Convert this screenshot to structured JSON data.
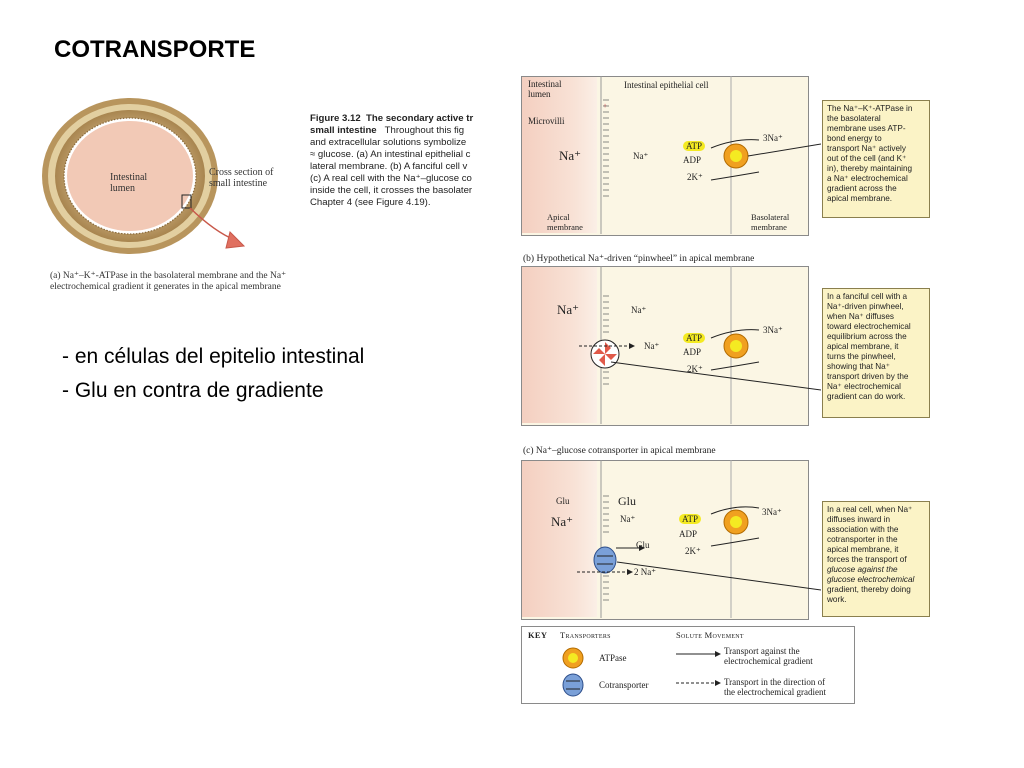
{
  "slide": {
    "title": "COTRANSPORTE",
    "bullets": [
      "- en células del epitelio intestinal",
      "- Glu en contra de gradiente"
    ]
  },
  "figure_left": {
    "caption_title": "Figure 3.12",
    "caption_bold": "The secondary active tr",
    "caption_bold2": "small intestine",
    "caption_line1": "Throughout this fig",
    "caption_line2": "and extracellular solutions symbolize",
    "caption_line3": "≈ glucose. (a) An intestinal epithelial c",
    "caption_line4": "lateral membrane. (b) A fanciful cell v",
    "caption_line5": "(c) A real cell with the Na⁺–glucose co",
    "caption_line6": "inside the cell, it crosses the basolater",
    "caption_line7": "Chapter 4 (see Figure 4.19).",
    "lumen_label_1": "Intestinal",
    "lumen_label_2": "lumen",
    "cross_label_1": "Cross section of",
    "cross_label_2": "small intestine",
    "part_a_caption_1": "(a)  Na⁺–K⁺-ATPase in the basolateral membrane and the Na⁺",
    "part_a_caption_2": "electrochemical gradient it generates in the apical membrane"
  },
  "panel_a": {
    "lumen_label_1": "Intestinal",
    "lumen_label_2": "lumen",
    "cell_label": "Intestinal epithelial cell",
    "microvilli": "Microvilli",
    "na_lumen": "Na⁺",
    "na_cell": "Na⁺",
    "atp": "ATP",
    "adp": "ADP",
    "na_out": "3Na⁺",
    "k_in": "2K⁺",
    "apical_1": "Apical",
    "apical_2": "membrane",
    "basolateral_1": "Basolateral",
    "basolateral_2": "membrane",
    "note": [
      "The Na⁺–K⁺-ATPase in",
      "the basolateral",
      "membrane uses ATP-",
      "bond energy to",
      "transport Na⁺ actively",
      "out of the cell (and K⁺",
      "in), thereby maintaining",
      "a Na⁺ electrochemical",
      "gradient across the",
      "apical membrane."
    ]
  },
  "panel_b": {
    "title": "(b)  Hypothetical Na⁺-driven “pinwheel” in apical membrane",
    "na_lumen": "Na⁺",
    "na_cell": "Na⁺",
    "na_arrow": "Na⁺",
    "atp": "ATP",
    "adp": "ADP",
    "na_out": "3Na⁺",
    "k_in": "2K⁺",
    "note": [
      "In a fanciful cell with a",
      "Na⁺-driven pinwheel,",
      "when Na⁺ diffuses",
      "toward electrochemical",
      "equilibrium across the",
      "apical membrane, it",
      "turns the pinwheel,",
      "showing that Na⁺",
      "transport driven by the",
      "Na⁺ electrochemical",
      "gradient can do work."
    ]
  },
  "panel_c": {
    "title": "(c)  Na⁺–glucose cotransporter in apical membrane",
    "glu_lumen": "Glu",
    "na_lumen": "Na⁺",
    "glu_cell": "Glu",
    "na_cell": "Na⁺",
    "glu_arrow": "Glu",
    "na_arrow": "2 Na⁺",
    "atp": "ATP",
    "adp": "ADP",
    "na_out": "3Na⁺",
    "k_in": "2K⁺",
    "note": [
      "In a real cell, when Na⁺",
      "diffuses inward in",
      "association with the",
      "cotransporter in the",
      "apical membrane, it",
      "forces the transport of",
      "glucose against the",
      "glucose electrochemical",
      "gradient, thereby doing",
      "work."
    ]
  },
  "key": {
    "key": "KEY",
    "transporters": "Transporters",
    "solute_movement": "Solute Movement",
    "atpase": "ATPase",
    "cotransporter": "Cotransporter",
    "against_1": "Transport against the",
    "against_2": "electrochemical gradient",
    "direction_1": "Transport in the direction of",
    "direction_2": "the electrochemical gradient"
  },
  "colors": {
    "lumen": "#f4cfc0",
    "cell": "#fbf6e4",
    "note_bg": "#fbf3c6",
    "atp_yellow": "#f4ea22",
    "pump_orange": "#f0a020",
    "cotransporter_blue": "#7aa0d8",
    "arrow_red": "#e05a4a"
  }
}
